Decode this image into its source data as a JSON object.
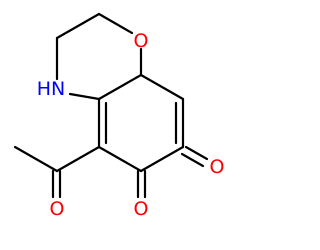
{
  "colors": {
    "background": "#ffffff",
    "bond": "#000000",
    "oxygen": "#ff0000",
    "nitrogen": "#0000ff"
  },
  "atoms": {
    "ring_oxygen": "O",
    "ring_nitrogen": "HN",
    "acetyl_oxygen": "O",
    "quinone_oxygen_upper": "O",
    "quinone_oxygen_lower": "O"
  }
}
